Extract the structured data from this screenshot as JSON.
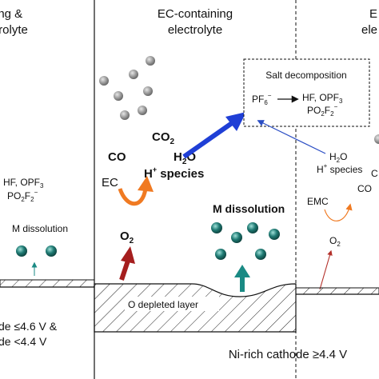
{
  "headers": {
    "left_line1": "ing &",
    "left_line2": "trolyte",
    "center_line1": "EC-containing",
    "center_line2": "electrolyte",
    "right_line1": "E",
    "right_line2": "ele"
  },
  "salt_box": {
    "title": "Salt decomposition",
    "pf6": "PF",
    "pf6_sub": "6",
    "pf6_sup": "−",
    "hf_opf": "HF, OPF",
    "hf_opf_sub": "3",
    "po2f2": "PO",
    "po2f2_sub1": "2",
    "po2f2_mid": "F",
    "po2f2_sub2": "2",
    "po2f2_sup": "−"
  },
  "center": {
    "co2": "CO",
    "co2_sub": "2",
    "co": "CO",
    "h2o": "H",
    "h2o_sub": "2",
    "h2o_end": "O",
    "hplus": "H",
    "hplus_sup": "+",
    "species": " species",
    "ec": "EC",
    "o2": "O",
    "o2_sub": "2",
    "m_dissolution": "M dissolution",
    "o_depleted": "O depleted layer",
    "cathode_label": "Ni-rich cathode ≥4.4 V"
  },
  "left": {
    "hf_opf": "HF, OPF",
    "hf_opf_sub": "3",
    "po2f2": "PO",
    "po2f2_sub1": "2",
    "po2f2_mid": "F",
    "po2f2_sub2": "2",
    "po2f2_sup": "−",
    "m_dissolution": "M dissolution",
    "bottom_line1": "de ≤4.6 V &",
    "bottom_line2": "de <4.4 V"
  },
  "right": {
    "h2o": "H",
    "h2o_sub": "2",
    "h2o_end": "O",
    "hplus": "H",
    "hplus_sup": "+",
    "species": " species",
    "emc": "EMC",
    "co": "CO",
    "o2": "O",
    "o2_sub": "2",
    "c_fragment": "C"
  },
  "colors": {
    "gas_sphere": "#8c8c8c",
    "metal_sphere": "#1f7a73",
    "arrow_blue": "#1f3fd6",
    "arrow_orange": "#f07a22",
    "arrow_red": "#a51e1e",
    "arrow_teal": "#1a8a84",
    "arrow_thin_red": "#b3302a",
    "arrow_thin_blue": "#2a4dc4"
  }
}
